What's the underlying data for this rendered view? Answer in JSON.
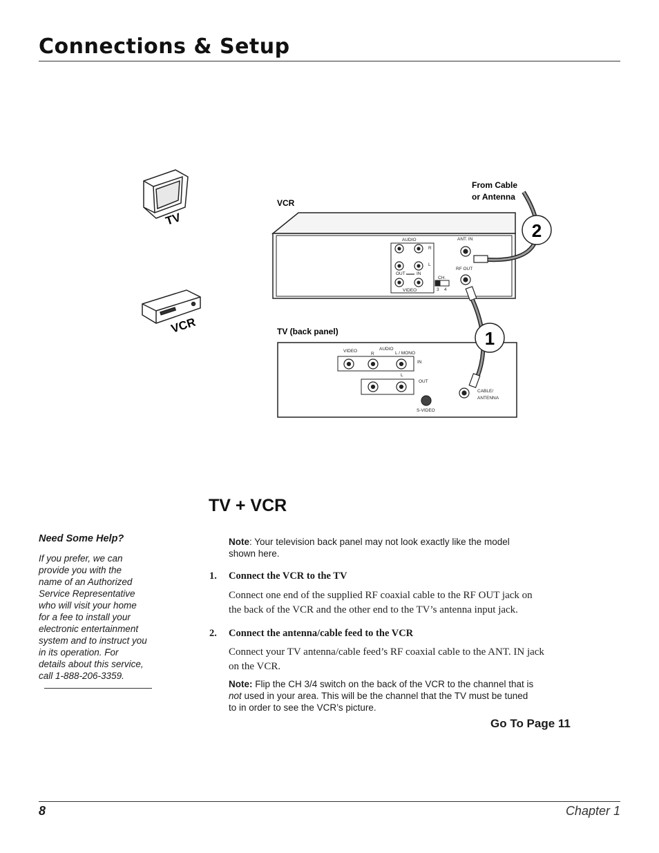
{
  "header": {
    "title": "Connections & Setup"
  },
  "diagram": {
    "tv_icon_label": "TV",
    "vcr_icon_label": "VCR",
    "vcr_label": "VCR",
    "tv_panel_label": "TV (back panel)",
    "from_cable": [
      "From Cable",
      "or Antenna"
    ],
    "step_badges": [
      "2",
      "1"
    ],
    "vcr_panel": {
      "audio": "AUDIO",
      "r": "R",
      "l": "L",
      "out": "OUT",
      "in": "IN",
      "video": "VIDEO",
      "ant_in": "ANT. IN",
      "rf_out": "RF OUT",
      "ch": "CH.",
      "ch3": "3",
      "ch4": "4"
    },
    "tv_panel": {
      "video": "VIDEO",
      "audio": "AUDIO",
      "r": "R",
      "l_mono": "L / MONO",
      "l": "L",
      "in": "IN",
      "out": "OUT",
      "s_video": "S-VIDEO",
      "cable_antenna": [
        "CABLE/",
        "ANTENNA"
      ]
    }
  },
  "main": {
    "section_title": "TV + VCR",
    "note1": {
      "bold": "Note",
      "text": ": Your television back panel may not look exactly like the model",
      "text2": "shown here."
    },
    "steps": [
      {
        "number": "1.",
        "title": "Connect the VCR to the TV",
        "lines": [
          "Connect one end of the supplied RF coaxial cable to the RF OUT jack on",
          "the back of the VCR and the other end to the TV’s antenna input jack."
        ]
      },
      {
        "number": "2.",
        "title": "Connect the antenna/cable feed to the VCR",
        "lines": [
          "Connect your TV antenna/cable feed’s RF coaxial cable to the ANT. IN jack",
          "on the VCR."
        ]
      }
    ],
    "note2": {
      "bold": "Note:",
      "line1": " Flip the CH 3/4 switch on the back of the VCR to the channel that is",
      "italic": "not",
      "line2": " used in your area. This will be the channel that the TV must be tuned",
      "line3": "to in order to see the VCR’s picture."
    },
    "goto": "Go To Page 11"
  },
  "sidebar": {
    "help_title": "Need Some Help?",
    "help_lines": [
      "If you prefer, we can",
      "provide you with the",
      "name of an Authorized",
      "Service Representative",
      "who will visit your home",
      "for a fee to install your",
      "electronic entertainment",
      "system and to instruct you",
      "in its operation. For",
      "details about this service,",
      "call 1-888-206-3359."
    ]
  },
  "footer": {
    "page_number": "8",
    "chapter": "Chapter 1"
  }
}
